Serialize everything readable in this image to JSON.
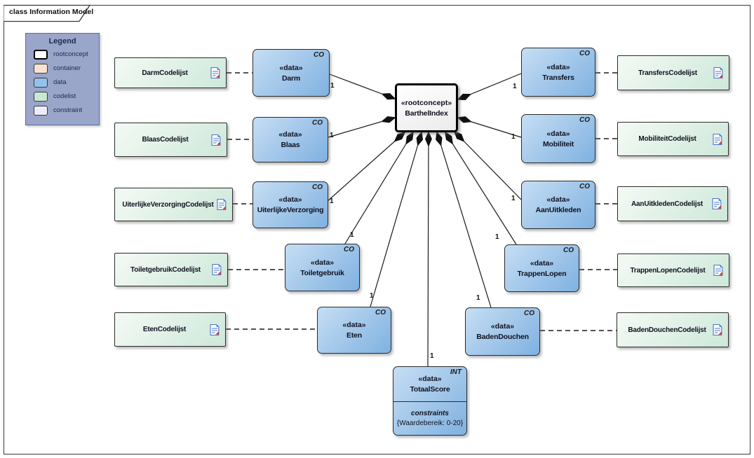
{
  "frame": {
    "tab_label": "class Information Model"
  },
  "legend": {
    "title": "Legend",
    "items": [
      {
        "label": "rootconcept",
        "color": "#ffffff"
      },
      {
        "label": "container",
        "color": "#f8e3d1"
      },
      {
        "label": "data",
        "color": "#92c3ed"
      },
      {
        "label": "codelist",
        "color": "#c9e7d5"
      },
      {
        "label": "constraint",
        "color": "#edecfb"
      }
    ]
  },
  "root": {
    "stereotype": "«rootconcept»",
    "name": "BarthelIndex"
  },
  "nodes": {
    "darm": {
      "stereotype": "«data»",
      "name": "Darm",
      "tag": "CO",
      "multiplicity": "1"
    },
    "blaas": {
      "stereotype": "«data»",
      "name": "Blaas",
      "tag": "CO",
      "multiplicity": "1"
    },
    "uiterlijkeverzorging": {
      "stereotype": "«data»",
      "name": "UiterlijkeVerzorging",
      "tag": "CO",
      "multiplicity": "1"
    },
    "toiletgebruik": {
      "stereotype": "«data»",
      "name": "Toiletgebruik",
      "tag": "CO",
      "multiplicity": "1"
    },
    "eten": {
      "stereotype": "«data»",
      "name": "Eten",
      "tag": "CO",
      "multiplicity": "1"
    },
    "transfers": {
      "stereotype": "«data»",
      "name": "Transfers",
      "tag": "CO",
      "multiplicity": "1"
    },
    "mobiliteit": {
      "stereotype": "«data»",
      "name": "Mobiliteit",
      "tag": "CO",
      "multiplicity": "1"
    },
    "aanuitkleden": {
      "stereotype": "«data»",
      "name": "AanUitkleden",
      "tag": "CO",
      "multiplicity": "1"
    },
    "trappenlopen": {
      "stereotype": "«data»",
      "name": "TrappenLopen",
      "tag": "CO",
      "multiplicity": "1"
    },
    "badendouchen": {
      "stereotype": "«data»",
      "name": "BadenDouchen",
      "tag": "CO",
      "multiplicity": "1"
    },
    "totaalscore": {
      "stereotype": "«data»",
      "name": "TotaalScore",
      "tag": "INT",
      "multiplicity": "1",
      "constraints_label": "constraints",
      "constraint": "{Waardebereik: 0-20}"
    }
  },
  "codelists": {
    "darm": {
      "name": "DarmCodelijst"
    },
    "blaas": {
      "name": "BlaasCodelijst"
    },
    "uiterlijkeverzorging": {
      "name": "UiterlijkeVerzorgingCodelijst"
    },
    "toiletgebruik": {
      "name": "ToiletgebruikCodelijst"
    },
    "eten": {
      "name": "EtenCodelijst"
    },
    "transfers": {
      "name": "TransfersCodelijst"
    },
    "mobiliteit": {
      "name": "MobiliteitCodelijst"
    },
    "aanuitkleden": {
      "name": "AanUitkledenCodelijst"
    },
    "trappenlopen": {
      "name": "TrappenLopenCodelijst"
    },
    "badendouchen": {
      "name": "BadenDouchenCodelijst"
    }
  }
}
